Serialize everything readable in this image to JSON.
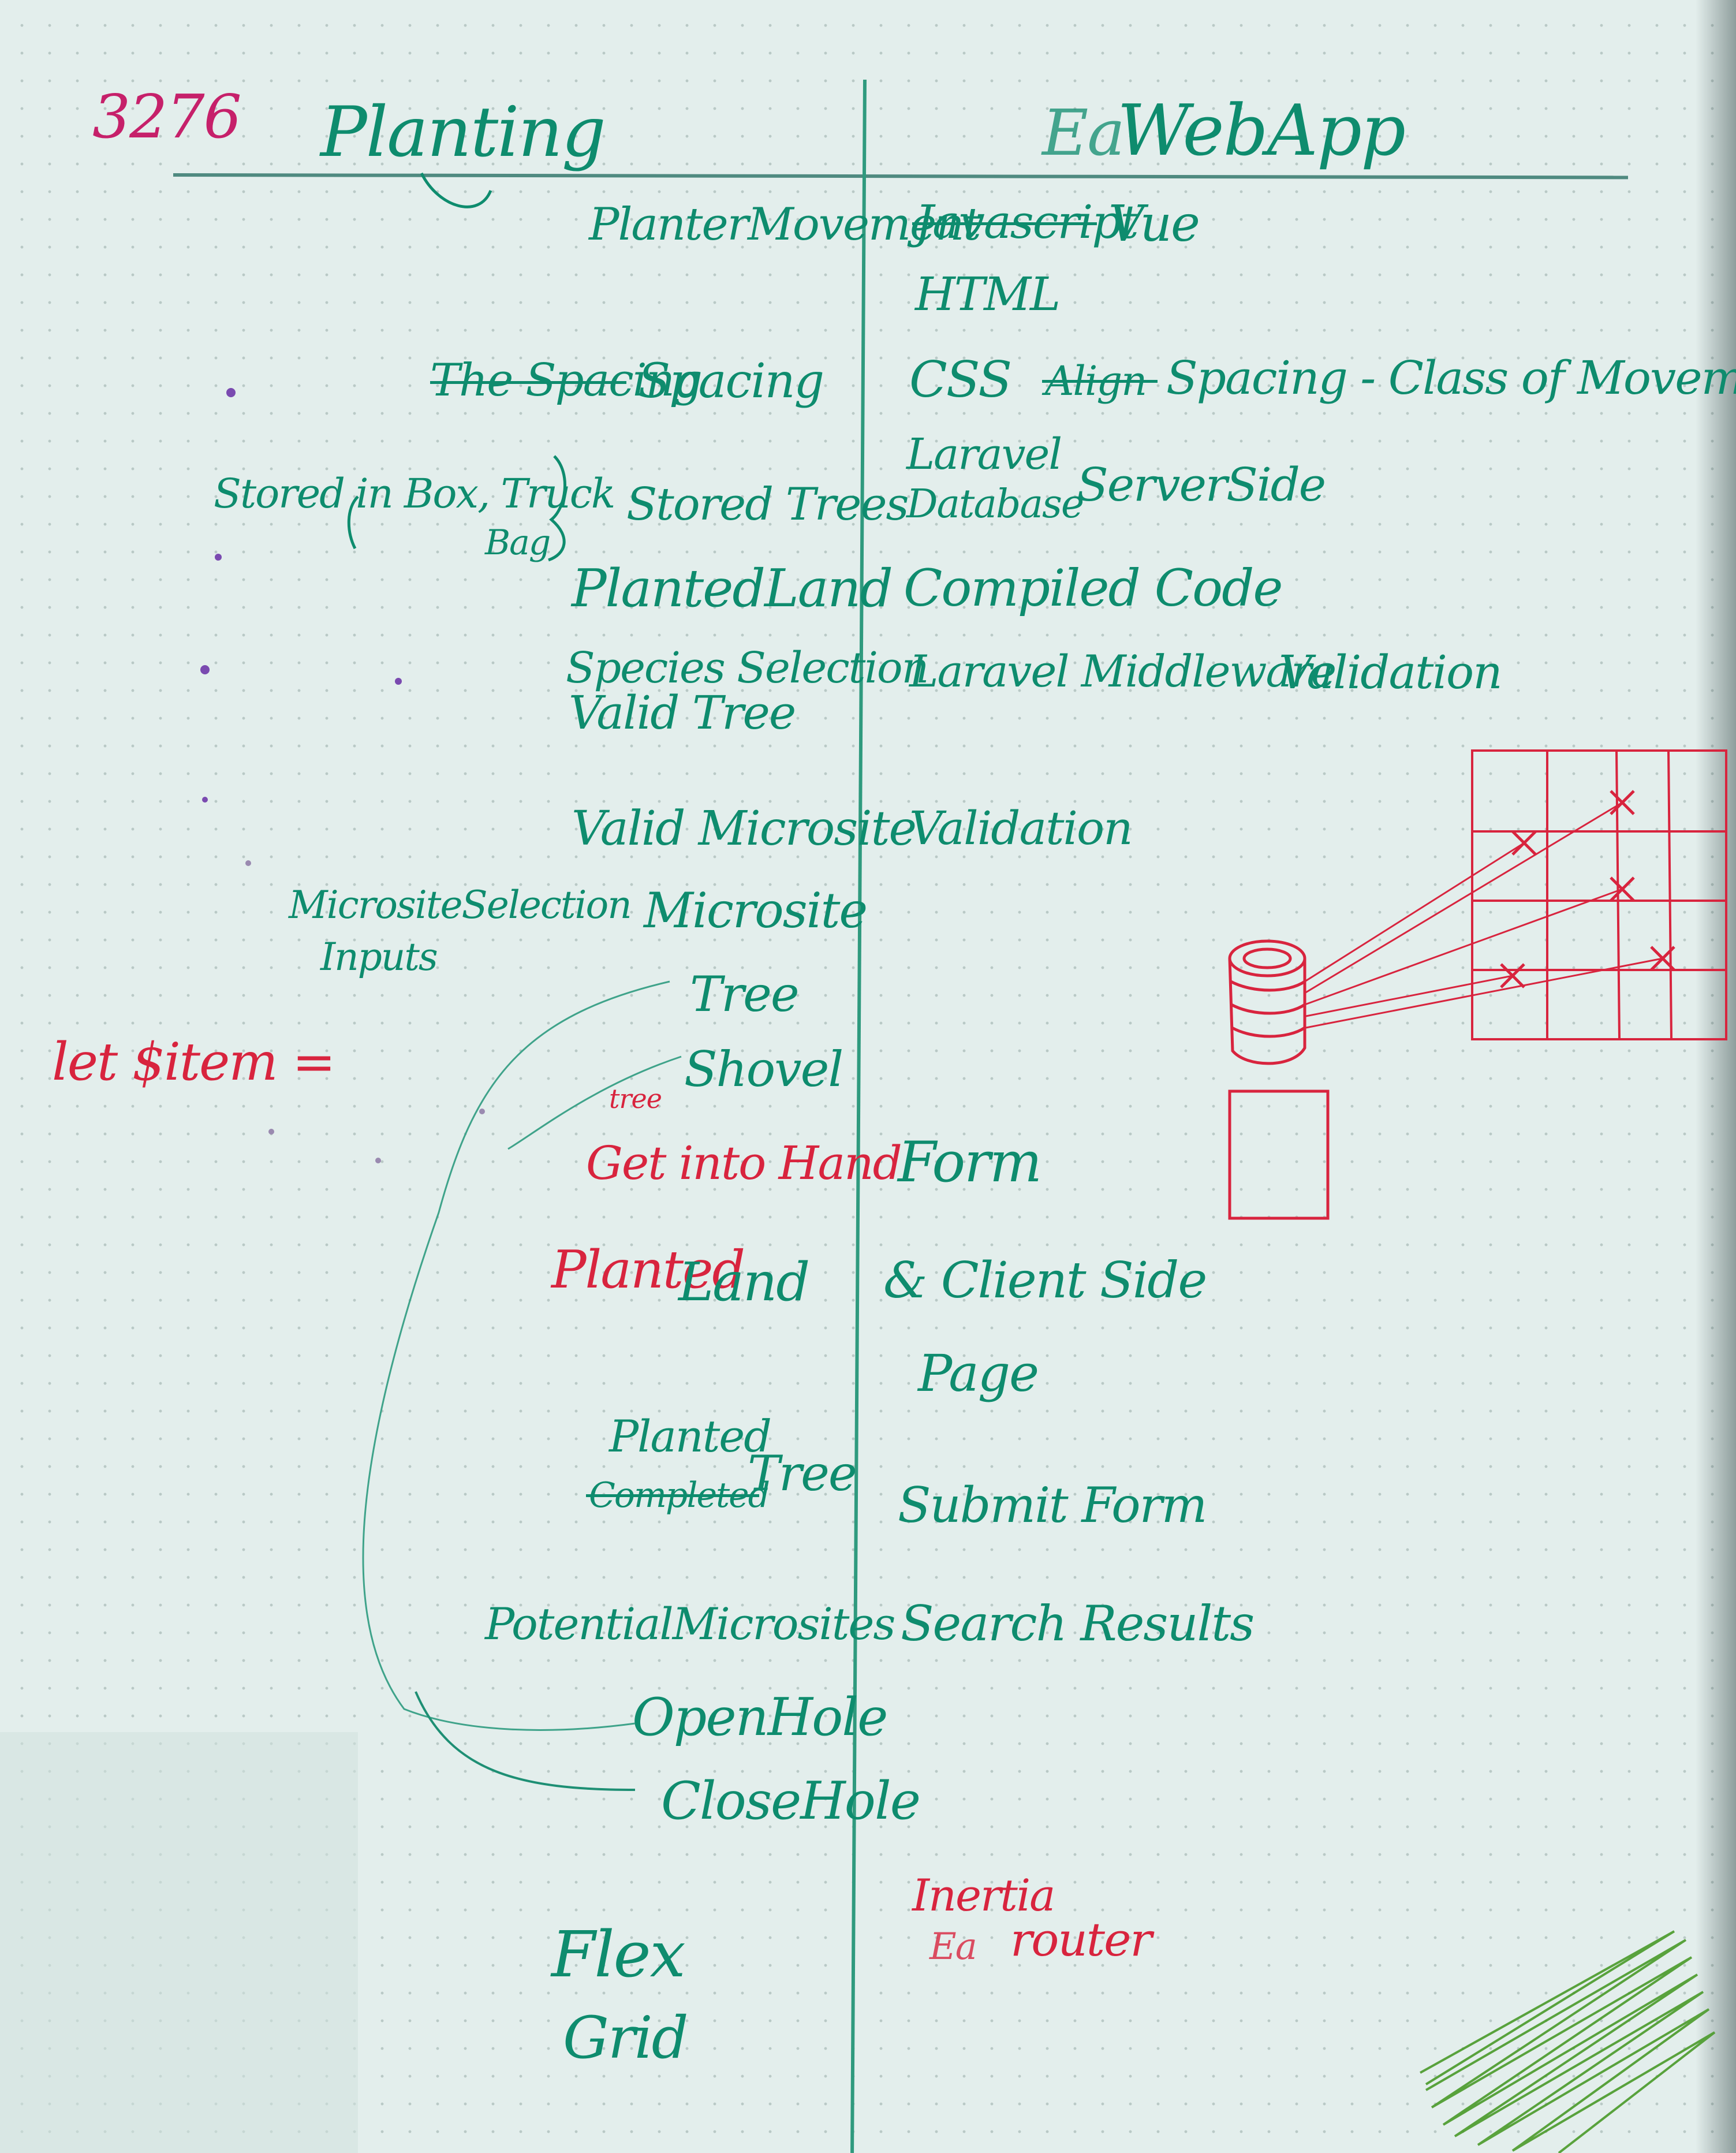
{
  "page": {
    "number": "3276",
    "columns": {
      "left_heading": "Planting",
      "right_heading": "WebApp",
      "right_heading_scribble": "Ea"
    }
  },
  "left_column": {
    "planter_movement": "PlanterMovement",
    "spacing_crossed": "The Spacing",
    "spacing": "Spacing",
    "stored_in": "Stored in Box, Truck",
    "stored_in_bag": "Bag",
    "stored_trees": "Stored Trees",
    "planted_land": "PlantedLand",
    "species_selection": "Species Selection",
    "valid_tree": "Valid Tree",
    "valid_microsite": "Valid Microsite",
    "microsite_selection": "MicrositeSelection",
    "microsite_selection_inputs": "Inputs",
    "microsite": "Microsite",
    "tree": "Tree",
    "shovel": "Shovel",
    "get_into_hand_annotation": "tree",
    "get_into_hand": "Get into Hand",
    "planted": "Planted",
    "land": "Land",
    "planted_tree_top": "Planted",
    "planted_tree_crossed": "Completed",
    "planted_tree_word": "Tree",
    "potential_microsites": "PotentialMicrosites",
    "open_hole": "OpenHole",
    "close_hole": "CloseHole",
    "flex": "Flex",
    "grid": "Grid"
  },
  "margin_note": {
    "let_item": "let $item ="
  },
  "right_column": {
    "javascript_crossed": "Javascript",
    "vue": "Vue",
    "html": "HTML",
    "css": "CSS",
    "align_crossed": "Align",
    "css_note": "Spacing - Class of Movement",
    "laravel": "Laravel",
    "database": "Database",
    "server_side": "ServerSide",
    "compiled_code": "Compiled Code",
    "laravel_middleware": "Laravel Middleware",
    "validation_1": "Validation",
    "validation_2": "Validation",
    "form": "Form",
    "client_side": "& Client Side",
    "page": "Page",
    "submit_form": "Submit Form",
    "search_results": "Search Results",
    "inertia": "Inertia",
    "router_scribble": "Ea",
    "router": "router"
  },
  "colors": {
    "green_ink": "#0e8c6e",
    "red_ink": "#d8243e",
    "magenta_ink": "#c6206a",
    "paper": "#e3eeec",
    "scribble": "#4a9a2a"
  }
}
